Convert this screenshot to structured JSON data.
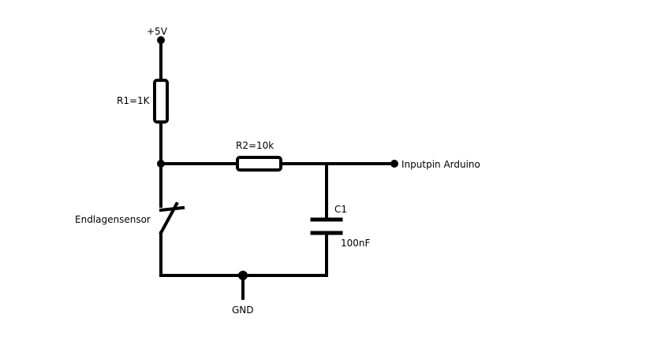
{
  "diagram": {
    "supply_label": "+5V",
    "r1_label": "R1=1K",
    "r2_label": "R2=10k",
    "output_label": "Inputpin Arduino",
    "switch_label": "Endlagensensor",
    "c1_label": "C1",
    "c1_value": "100nF",
    "ground_label": "GND",
    "colors": {
      "ink": "#000000",
      "background": "#ffffff"
    }
  }
}
